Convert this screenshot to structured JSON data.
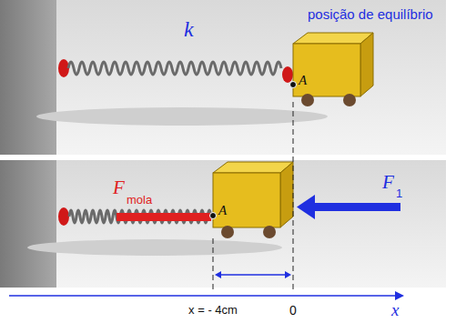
{
  "diagram": {
    "labels": [
      "k",
      "posição de equilíbrio",
      "A",
      "F",
      "mola",
      "A",
      "F",
      "1",
      "x = - 4cm",
      "0",
      "x"
    ]
  }
}
